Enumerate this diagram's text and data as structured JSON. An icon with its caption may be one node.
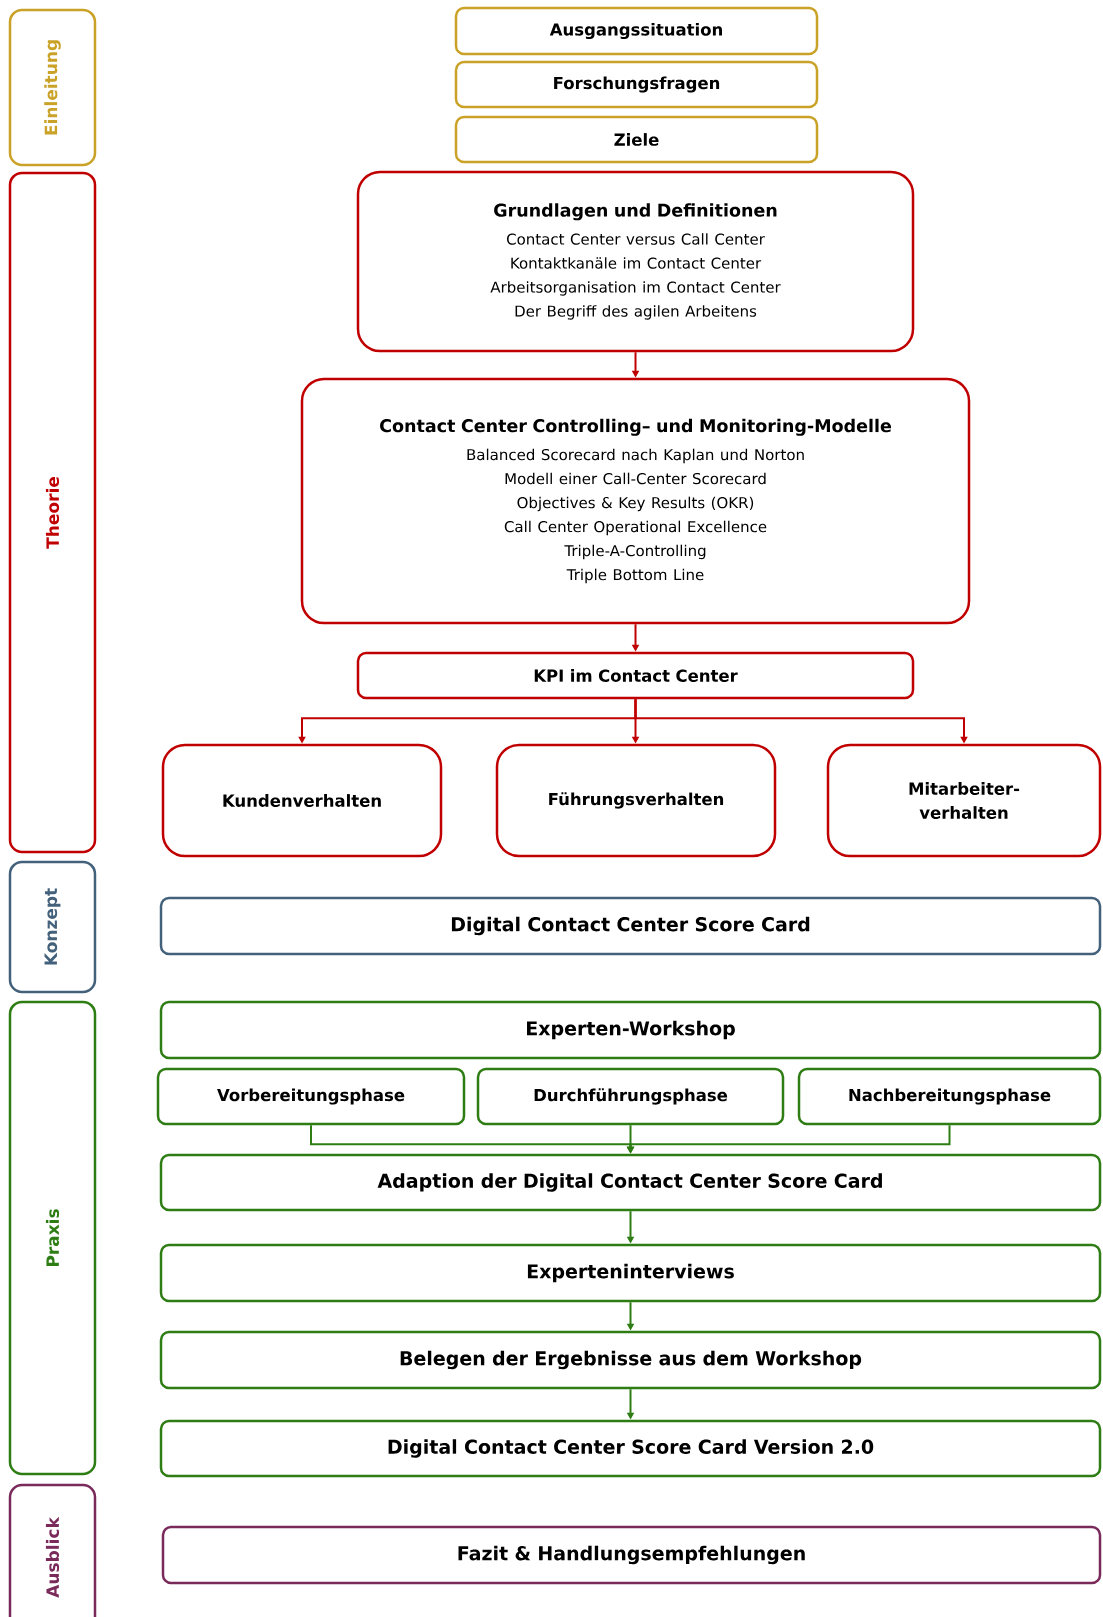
{
  "diagram": {
    "nodes": [
      {
        "text": [
          "Einleitung"
        ]
      },
      {
        "text": [
          "Theorie"
        ]
      },
      {
        "text": [
          "Konzept"
        ]
      },
      {
        "text": [
          "Praxis"
        ]
      },
      {
        "text": [
          "Ausblick"
        ]
      },
      {
        "text": [
          "Ausgangssituation"
        ]
      },
      {
        "text": [
          "Forschungsfragen"
        ]
      },
      {
        "text": [
          "Ziele"
        ]
      },
      {
        "text": [
          "Grundlagen und Definitionen",
          "Contact Center versus Call Center",
          "Kontaktkanäle im Contact Center",
          "Arbeitsorganisation im Contact Center",
          "Der Begriff des agilen Arbeitens"
        ]
      },
      {
        "text": [
          "Contact Center Controlling– und Monitoring-Modelle",
          "Balanced Scorecard nach Kaplan und Norton",
          "Modell einer Call-Center Scorecard",
          "Objectives & Key Results (OKR)",
          "Call Center Operational Excellence",
          "Triple-A-Controlling",
          "Triple Bottom Line"
        ]
      },
      {
        "text": [
          "KPI im Contact Center"
        ]
      },
      {
        "text": [
          "Kundenverhalten"
        ]
      },
      {
        "text": [
          "Führungsverhalten"
        ]
      },
      {
        "text": [
          "Mitarbeiter- verhalten"
        ]
      },
      {
        "text": [
          "Digital Contact Center Score Card"
        ]
      },
      {
        "text": [
          "Experten-Workshop"
        ]
      },
      {
        "text": [
          "Vorbereitungsphase"
        ]
      },
      {
        "text": [
          "Durchführungsphase"
        ]
      },
      {
        "text": [
          "Nachbereitungsphase"
        ]
      },
      {
        "text": [
          "Adaption der Digital Contact Center Score Card"
        ]
      },
      {
        "text": [
          "Experteninterviews"
        ]
      },
      {
        "text": [
          "Belegen der Ergebnisse aus dem Workshop"
        ]
      },
      {
        "text": [
          "Digital Contact Center Score Card Version 2.0"
        ]
      },
      {
        "text": [
          "Fazit & Handlungsempfehlungen"
        ]
      }
    ],
    "edges": [
      {
        "from": 8,
        "to": 9,
        "arrow": "to",
        "color": "#c00000"
      },
      {
        "from": 9,
        "to": 10,
        "arrow": "to",
        "color": "#c00000"
      },
      {
        "from": 10,
        "to": 11,
        "arrow": "to",
        "color": "#c00000"
      },
      {
        "from": 10,
        "to": 12,
        "arrow": "to",
        "color": "#c00000"
      },
      {
        "from": 10,
        "to": 13,
        "arrow": "to",
        "color": "#c00000"
      },
      {
        "from": 16,
        "to": 19,
        "arrow": "to"
      },
      {
        "from": 17,
        "to": 19,
        "arrow": "to"
      },
      {
        "from": 18,
        "to": 19,
        "arrow": "to"
      },
      {
        "from": 19,
        "to": 20,
        "arrow": "to"
      },
      {
        "from": 20,
        "to": 21,
        "arrow": "to"
      },
      {
        "from": 21,
        "to": 22,
        "arrow": "to"
      }
    ]
  }
}
